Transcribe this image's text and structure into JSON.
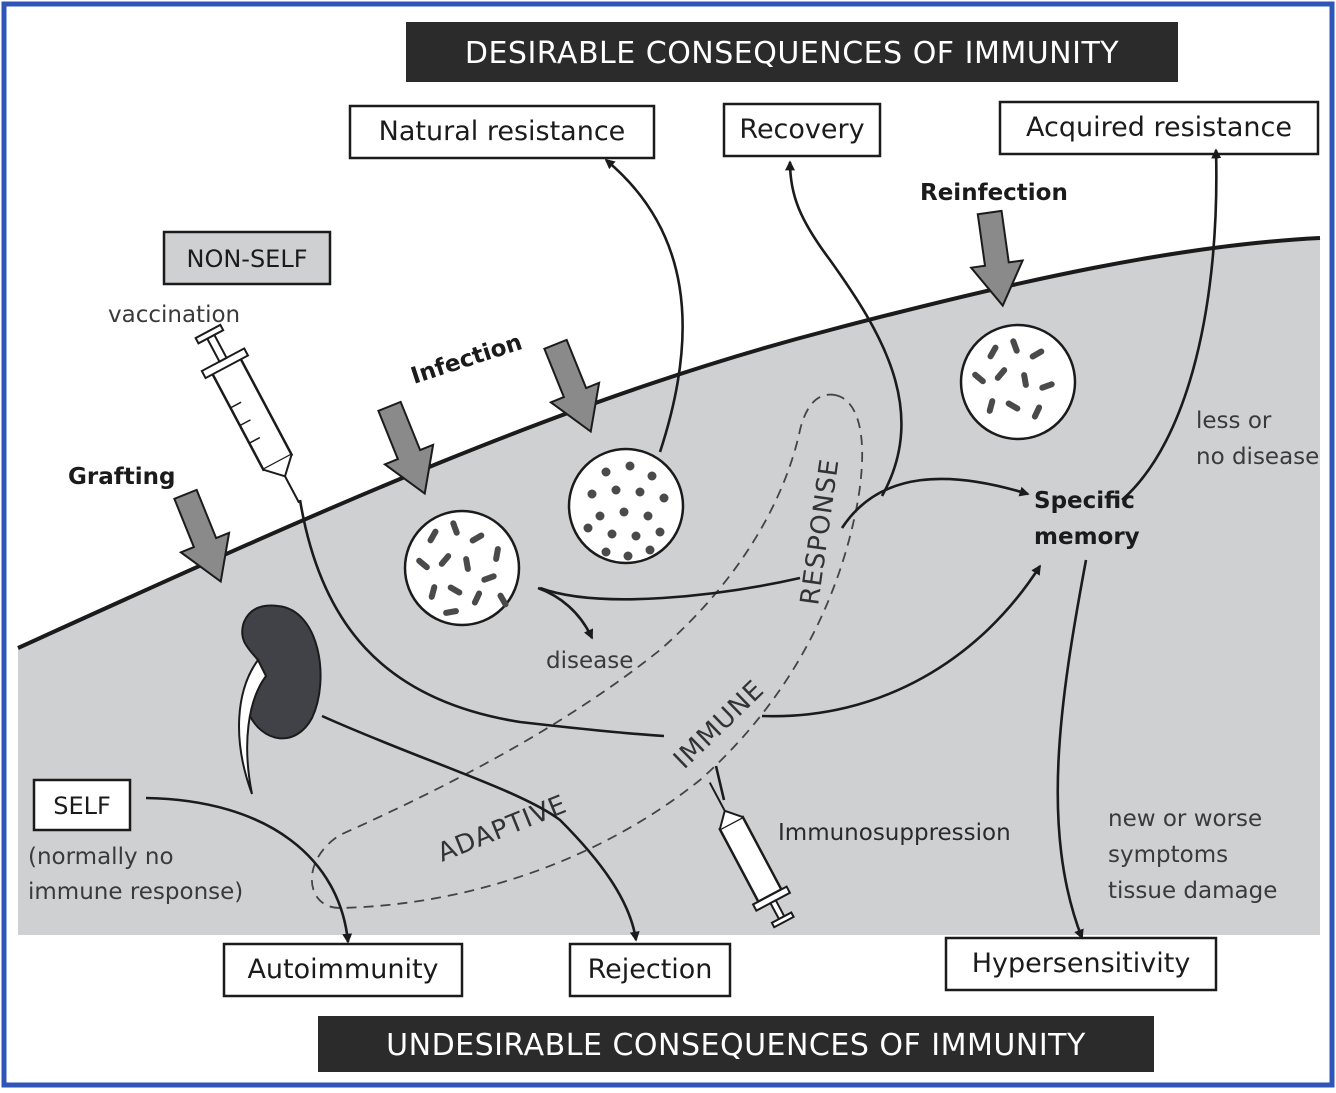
{
  "headers": {
    "top": "DESIRABLE CONSEQUENCES OF IMMUNITY",
    "bottom": "UNDESIRABLE CONSEQUENCES OF IMMUNITY"
  },
  "boxes": {
    "natural_resistance": "Natural resistance",
    "recovery": "Recovery",
    "acquired_resistance": "Acquired resistance",
    "non_self": "NON-SELF",
    "self": "SELF",
    "autoimmunity": "Autoimmunity",
    "rejection": "Rejection",
    "hypersensitivity": "Hypersensitivity"
  },
  "labels": {
    "vaccination": "vaccination",
    "grafting": "Grafting",
    "infection": "Infection",
    "reinfection": "Reinfection",
    "disease": "disease",
    "specific_memory_line1": "Specific",
    "specific_memory_line2": "memory",
    "less_disease_line1": "less or",
    "less_disease_line2": "no disease",
    "self_note_line1": "(normally no",
    "self_note_line2": "immune response)",
    "immunosuppression": "Immunosuppression",
    "symptoms_line1": "new or worse",
    "symptoms_line2": "symptoms",
    "symptoms_line3": "tissue damage"
  },
  "band_words": {
    "adaptive": "ADAPTIVE",
    "immune": "IMMUNE",
    "response": "RESPONSE"
  },
  "colors": {
    "frame": "#2e55b8",
    "body_fill": "#cfd0d2",
    "header_bg": "#2b2b2b",
    "arrow_fill": "#8a8a8a",
    "kidney": "#404248"
  }
}
